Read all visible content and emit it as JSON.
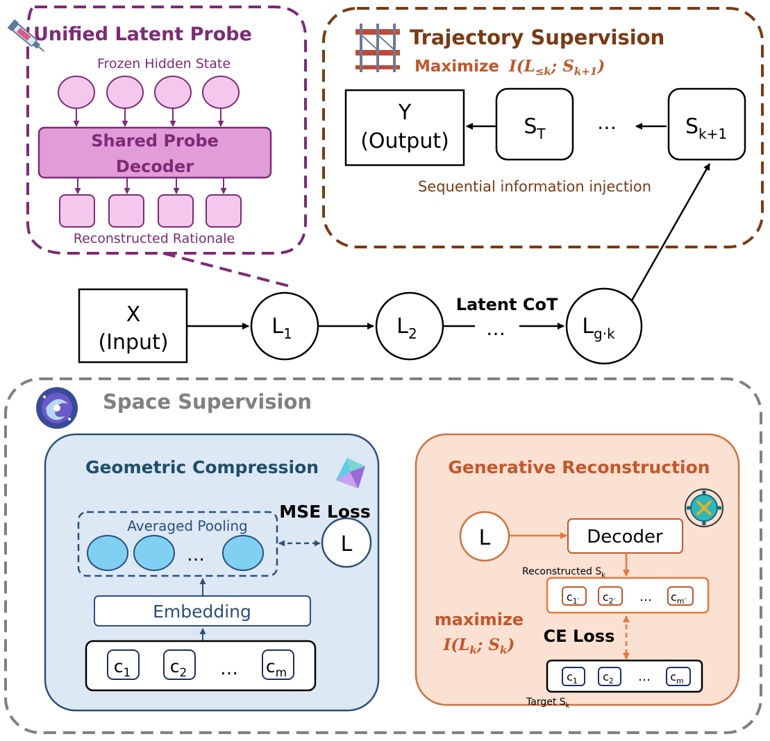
{
  "probe": {
    "title": "Unified Latent Probe",
    "frozen_label": "Frozen Hidden State",
    "decoder_line1": "Shared Probe",
    "decoder_line2": "Decoder",
    "reconstructed_label": "Reconstructed Rationale",
    "icon": "syringe-icon"
  },
  "trajectory": {
    "title": "Trajectory Supervision",
    "maximize_word": "Maximize",
    "maximize_formula": "I(L",
    "formula_sub1": "≤k",
    "formula_mid": "; S",
    "formula_sub2": "k+1",
    "formula_end": ")",
    "output_line1": "Y",
    "output_line2": "(Output)",
    "st_label": "S",
    "st_sub": "T",
    "ellipsis": "…",
    "sk1_label": "S",
    "sk1_sub": "k+1",
    "injection_label": "Sequential information injection",
    "icon": "scaffold-icon"
  },
  "chain": {
    "input_line1": "X",
    "input_line2": "(Input)",
    "l1": "L",
    "l1_sub": "1",
    "l2": "L",
    "l2_sub": "2",
    "latent_cot": "Latent CoT",
    "ellipsis": "…",
    "lgk": "L",
    "lgk_sub": "g·k"
  },
  "space": {
    "title": "Space Supervision",
    "icon": "galaxy-icon",
    "geometric": {
      "title": "Geometric Compression",
      "pooling_label": "Averaged Pooling",
      "ellipsis": "…",
      "mse_loss": "MSE Loss",
      "l_label": "L",
      "embedding_label": "Embedding",
      "c1": "c",
      "c1_sub": "1",
      "c2": "c",
      "c2_sub": "2",
      "cm": "c",
      "cm_sub": "m",
      "icon": "prism-icon"
    },
    "generative": {
      "title": "Generative Reconstruction",
      "l_label": "L",
      "decoder_label": "Decoder",
      "reconstructed_label": "Reconstructed S",
      "reconstructed_sub": "k",
      "rc1": "c",
      "rc1_sub": "1′",
      "rc2": "c",
      "rc2_sub": "2′",
      "rcm": "c",
      "rcm_sub": "m′",
      "maximize_word": "maximize",
      "mi_formula_a": "I(L",
      "mi_sub1": "k",
      "mi_formula_b": "; S",
      "mi_sub2": "k",
      "mi_formula_c": ")",
      "ce_loss": "CE Loss",
      "tc1": "c",
      "tc1_sub": "1",
      "tc2": "c",
      "tc2_sub": "2",
      "tcm": "c",
      "tcm_sub": "m",
      "target_label": "Target S",
      "target_sub": "k",
      "icon": "gear-tools-icon"
    }
  },
  "colors": {
    "purple": "#7d2a77",
    "brown": "#7a3a12",
    "gray": "#808080",
    "blue_bg": "#dde8f5",
    "blue_border": "#2a4f78",
    "blue_title": "#1f4d6b",
    "orange_bg": "#fbe1d2",
    "orange_border": "#d1703b",
    "orange_title": "#c5562a",
    "orange_arrow": "#e8773a"
  }
}
